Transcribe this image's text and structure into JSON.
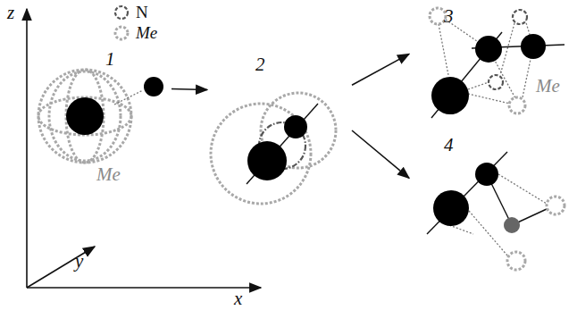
{
  "diagram": {
    "nodes": [
      {
        "text": [
          "1",
          "Me"
        ]
      },
      {
        "text": [
          "2"
        ]
      },
      {
        "text": [
          "3",
          "Me"
        ]
      },
      {
        "text": [
          "4"
        ]
      }
    ],
    "edges": [
      {
        "from": 0,
        "to": 1,
        "arrow": "to"
      },
      {
        "from": 1,
        "to": 2,
        "arrow": "to"
      },
      {
        "from": 1,
        "to": 3,
        "arrow": "to"
      }
    ],
    "labels": [
      "z",
      "y",
      "x"
    ],
    "legend": [
      {
        "text": "N"
      },
      {
        "text": "Me"
      }
    ]
  }
}
